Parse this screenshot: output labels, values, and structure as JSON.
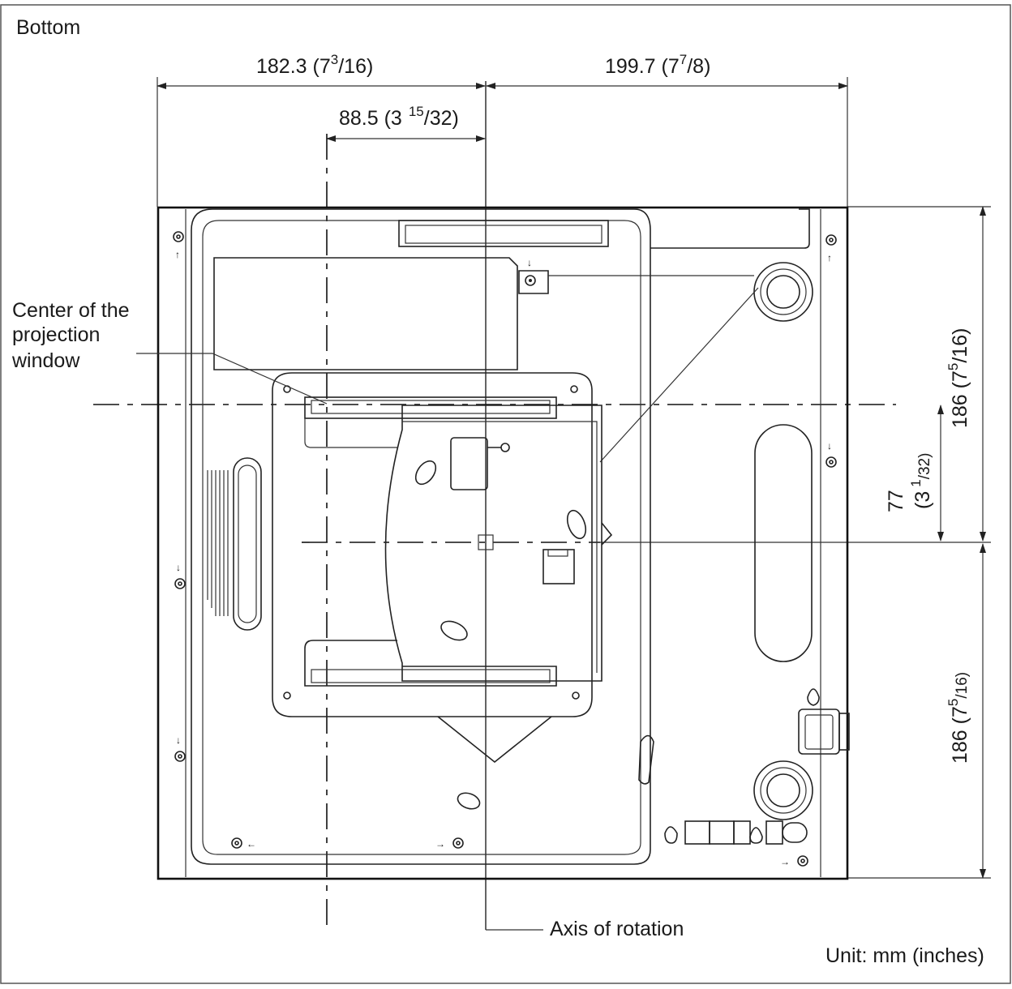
{
  "view_title": "Bottom",
  "dimensions": {
    "left_width": {
      "main": "182.3 (7",
      "sup": "3",
      "rest": "/16)"
    },
    "right_width": {
      "main": "199.7 (7",
      "sup": "7",
      "rest": "/8)"
    },
    "lens_offset": {
      "main": "88.5 (3",
      "sup": "15",
      "rest": "/32)"
    },
    "window_offset_mm": "77",
    "window_offset_in": {
      "open": "(3",
      "sup": "1",
      "rest": "/32)"
    },
    "upper_depth": {
      "main": "186 (7",
      "sup": "5",
      "rest": "/16)"
    },
    "lower_depth": {
      "main": "186 (7",
      "sup": "5",
      "rest": "/16)"
    }
  },
  "labels": {
    "projection_window": [
      "Center of  the",
      "projection",
      "window"
    ],
    "axis_of_rotation": "Axis of rotation",
    "unit": "Unit: mm (inches)"
  }
}
